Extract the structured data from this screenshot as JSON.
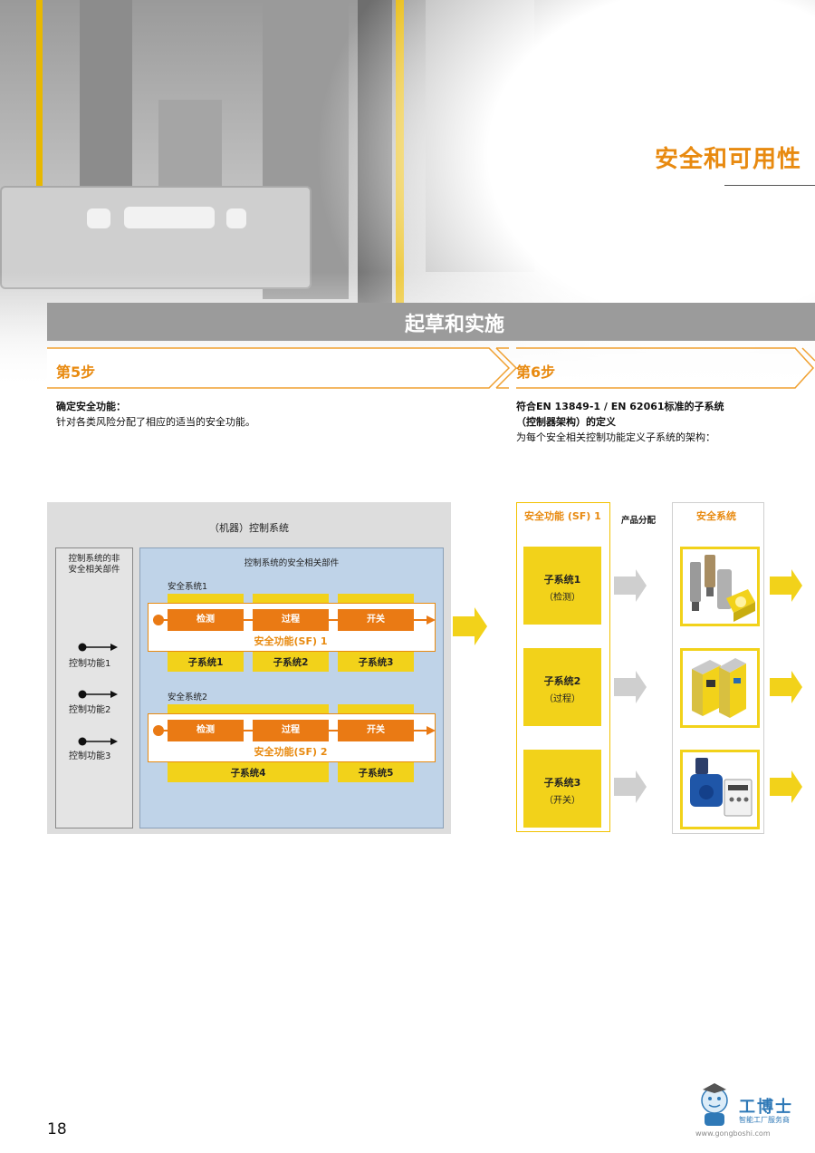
{
  "header": {
    "title": "安全和可用性",
    "banner": "起草和实施"
  },
  "steps": [
    {
      "label": "第5步",
      "heading": "确定安全功能：",
      "text": "针对各类风险分配了相应的适当的安全功能。"
    },
    {
      "label": "第6步",
      "heading_line1": "符合EN 13849-1 / EN 62061标准的子系统",
      "heading_line2": "（控制器架构）的定义",
      "text": "为每个安全相关控制功能定义子系统的架构："
    }
  ],
  "control_diagram": {
    "title": "（机器）控制系统",
    "non_safety_title_1": "控制系统的非",
    "non_safety_title_2": "安全相关部件",
    "functions": [
      "控制功能1",
      "控制功能2",
      "控制功能3"
    ],
    "safety_title": "控制系统的安全相关部件",
    "systems": [
      {
        "label": "安全系统1",
        "blocks": [
          "检测",
          "过程",
          "开关"
        ],
        "sf": "安全功能(SF) 1",
        "subsystems": [
          "子系统1",
          "子系统2",
          "子系统3"
        ]
      },
      {
        "label": "安全系统2",
        "blocks": [
          "检测",
          "过程",
          "开关"
        ],
        "sf": "安全功能(SF) 2",
        "subsystems": [
          "子系统4",
          "子系统5"
        ]
      }
    ]
  },
  "allocation_diagram": {
    "sf_header": "安全功能 (SF) 1",
    "allocation_label": "产品分配",
    "system_header": "安全系统",
    "subsystems": [
      {
        "name": "子系统1",
        "detail": "（检测）"
      },
      {
        "name": "子系统2",
        "detail": "（过程）"
      },
      {
        "name": "子系统3",
        "detail": "（开关）"
      }
    ],
    "products": [
      "sensor-products",
      "relay-products",
      "actuator-products"
    ]
  },
  "footer": {
    "page_number": "18",
    "logo_name": "工博士",
    "logo_tagline": "智能工厂服务商",
    "logo_url": "www.gongboshi.com"
  },
  "colors": {
    "accent_orange": "#e88a10",
    "yellow": "#f2d21a",
    "banner_gray": "#9b9b9b"
  }
}
